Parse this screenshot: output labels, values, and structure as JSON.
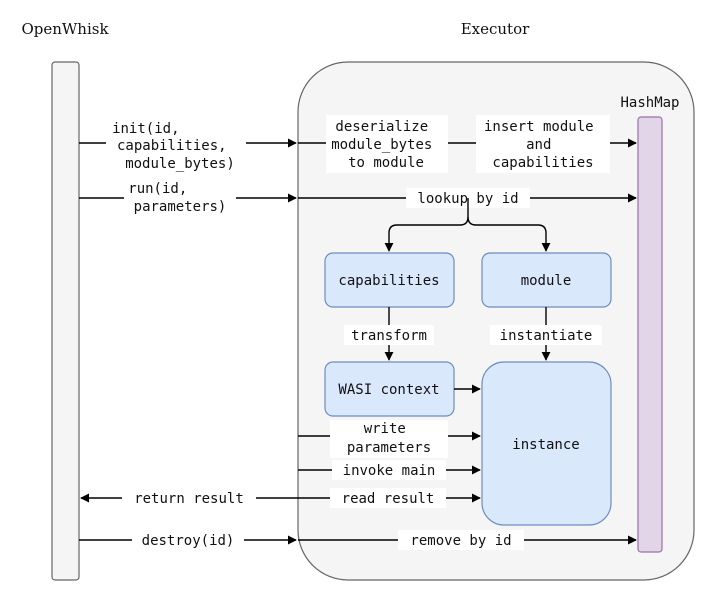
{
  "titles": {
    "openwhisk": "OpenWhisk",
    "executor": "Executor",
    "hashmap": "HashMap"
  },
  "boxes": {
    "capabilities": "capabilities",
    "module": "module",
    "wasi_context": "WASI context",
    "instance": "instance"
  },
  "calls": {
    "init": [
      "init(id,",
      "capabilities,",
      "module_bytes)"
    ],
    "run": [
      "run(id,",
      "parameters)"
    ],
    "return_result": "return result",
    "destroy": "destroy(id)"
  },
  "steps": {
    "deserialize": [
      "deserialize",
      "module_bytes",
      "to module"
    ],
    "insert": [
      "insert module",
      "and",
      "capabilities"
    ],
    "lookup": "lookup by id",
    "transform": "transform",
    "instantiate": "instantiate",
    "write_params": [
      "write",
      "parameters"
    ],
    "invoke_main": "invoke main",
    "read_result": "read result",
    "remove": "remove by id"
  },
  "colors": {
    "lifeline_fill": "#f5f5f5",
    "lifeline_stroke": "#666666",
    "executor_fill": "#f5f5f5",
    "executor_stroke": "#666666",
    "box_fill": "#dae8fc",
    "box_stroke": "#6c8ebf",
    "hashmap_fill": "#e1d5e7",
    "hashmap_stroke": "#9673a6"
  }
}
